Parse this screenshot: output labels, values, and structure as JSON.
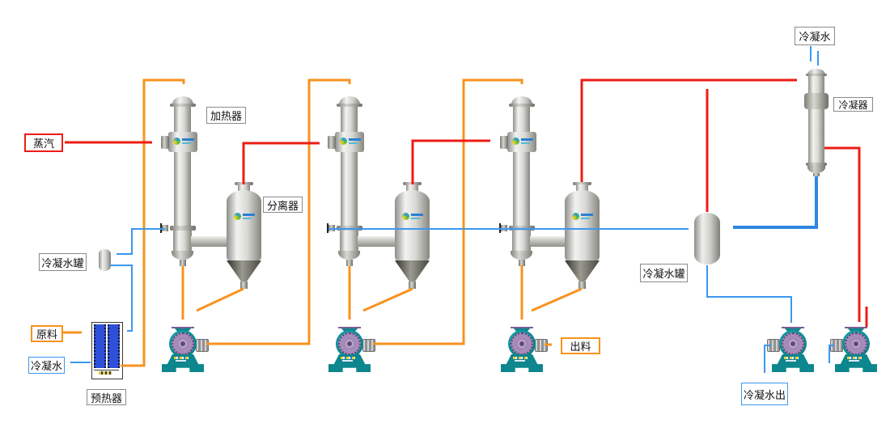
{
  "colors": {
    "orange": "#F7931E",
    "red": "#ED1C16",
    "blue": "#3B97F0",
    "blue2": "#2E86E0",
    "boxgray": "#8A8A8A",
    "teal": "#0D868E",
    "purple": "#A78BBA",
    "phblue": "#2E4FD8"
  },
  "labels": {
    "steam": {
      "text": "蒸汽"
    },
    "heater": {
      "text": "加热器"
    },
    "separator": {
      "text": "分离器"
    },
    "condensate_tank_left": {
      "text": "冷凝水罐"
    },
    "feed": {
      "text": "原料"
    },
    "condensate_left": {
      "text": "冷凝水"
    },
    "preheater": {
      "text": "预热器"
    },
    "discharge": {
      "text": "出料"
    },
    "condensate_tank_right": {
      "text": "冷凝水罐"
    },
    "cooling_water_top": {
      "text": "冷凝水"
    },
    "condenser": {
      "text": "冷凝器"
    },
    "condensate_out": {
      "text": "冷凝水出"
    }
  }
}
